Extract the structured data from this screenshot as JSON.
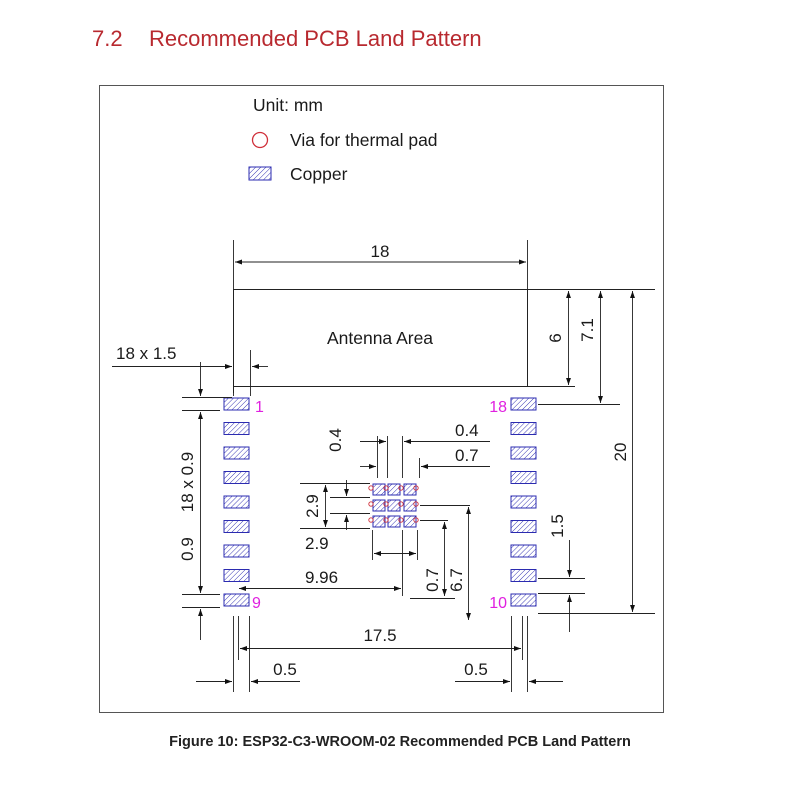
{
  "section": {
    "number": "7.2",
    "title": "Recommended PCB Land Pattern"
  },
  "legend": {
    "unit": "Unit: mm",
    "via_label": "Via for thermal pad",
    "copper_label": "Copper"
  },
  "antenna_label": "Antenna Area",
  "pin_labels": {
    "pin1": "1",
    "pin9": "9",
    "pin10": "10",
    "pin18": "18"
  },
  "dimensions": {
    "width_18": "18",
    "height_6": "6",
    "height_7_1": "7.1",
    "height_20": "20",
    "pad_18x1_5": "18 x 1.5",
    "pitch_18x0_9": "18 x 0.9",
    "pitch_0_9": "0.9",
    "thermal_0_4_v": "0.4",
    "thermal_0_4_h": "0.4",
    "thermal_0_7_h": "0.7",
    "thermal_2_9_v": "2.9",
    "thermal_2_9_h": "2.9",
    "offset_9_96": "9.96",
    "offset_0_7": "0.7",
    "offset_6_7": "6.7",
    "right_1_5": "1.5",
    "span_17_5": "17.5",
    "pad_0_5_left": "0.5",
    "pad_0_5_right": "0.5"
  },
  "colors": {
    "accent": "#b8292f",
    "copper": "#2b2bb0",
    "via": "#d0303a",
    "pin_label": "#e020e0"
  },
  "caption": "Figure 10: ESP32-C3-WROOM-02 Recommended PCB Land Pattern"
}
